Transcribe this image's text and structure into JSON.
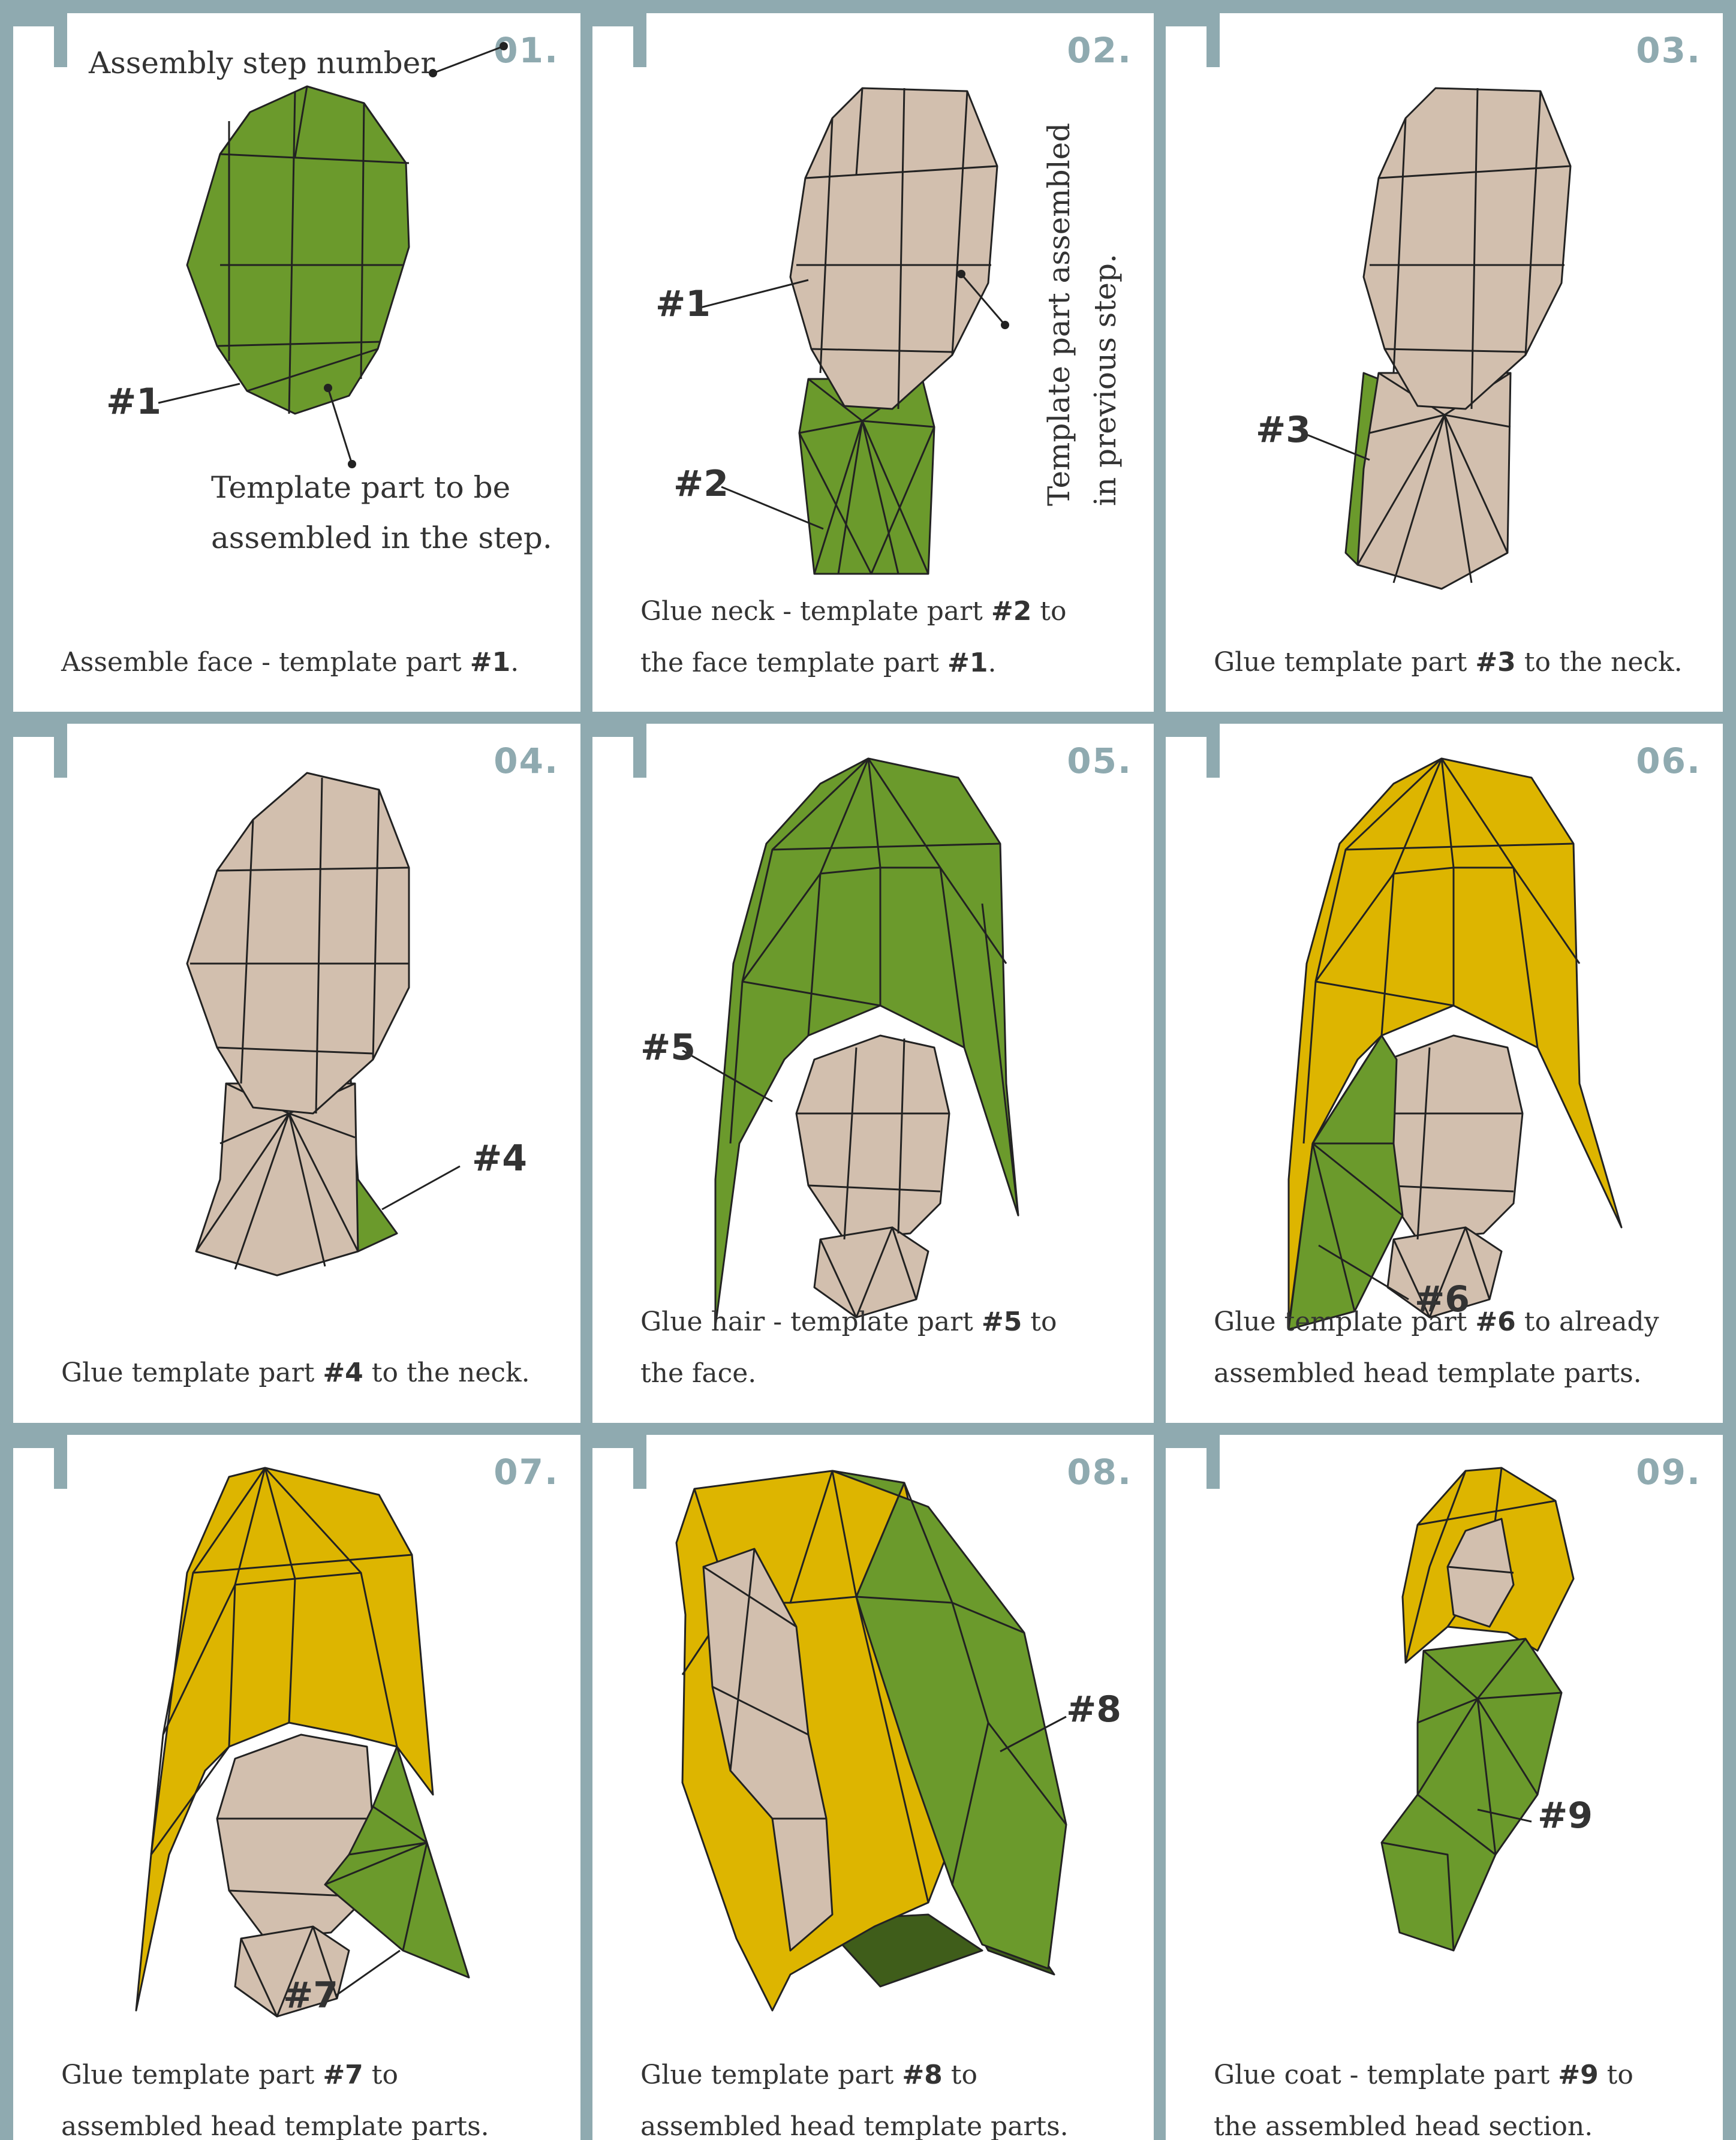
{
  "steps": [
    {
      "number": "01.",
      "caption": [
        [
          "Assemble face - template part ",
          ""
        ],
        [
          "#1",
          "b"
        ],
        [
          ".",
          ""
        ]
      ],
      "labels": [
        "#1"
      ],
      "notes": [
        "Assembly step number",
        "Template part to be",
        "assembled in the step."
      ]
    },
    {
      "number": "02.",
      "caption": [
        [
          "Glue neck - template part ",
          ""
        ],
        [
          "#2",
          "b"
        ],
        [
          " to",
          ""
        ],
        [
          "|",
          ""
        ],
        [
          "the face template part ",
          ""
        ],
        [
          "#1",
          "b"
        ],
        [
          ".",
          ""
        ]
      ],
      "labels": [
        "#1",
        "#2"
      ],
      "notes": [
        "Template part assembled",
        "in previous step."
      ]
    },
    {
      "number": "03.",
      "caption": [
        [
          "Glue template part ",
          ""
        ],
        [
          "#3",
          "b"
        ],
        [
          " to the neck.",
          ""
        ]
      ],
      "labels": [
        "#3"
      ],
      "notes": []
    },
    {
      "number": "04.",
      "caption": [
        [
          "Glue template part ",
          ""
        ],
        [
          "#4",
          "b"
        ],
        [
          " to the neck.",
          ""
        ]
      ],
      "labels": [
        "#4"
      ],
      "notes": []
    },
    {
      "number": "05.",
      "caption": [
        [
          "Glue hair - template part ",
          ""
        ],
        [
          "#5",
          "b"
        ],
        [
          " to",
          ""
        ],
        [
          "|",
          ""
        ],
        [
          "the face.",
          ""
        ]
      ],
      "labels": [
        "#5"
      ],
      "notes": []
    },
    {
      "number": "06.",
      "caption": [
        [
          "Glue template part ",
          ""
        ],
        [
          "#6",
          "b"
        ],
        [
          " to already",
          ""
        ],
        [
          "|",
          ""
        ],
        [
          "assembled head template parts.",
          ""
        ]
      ],
      "labels": [
        "#6"
      ],
      "notes": []
    },
    {
      "number": "07.",
      "caption": [
        [
          "Glue template part ",
          ""
        ],
        [
          "#7",
          "b"
        ],
        [
          " to",
          ""
        ],
        [
          "|",
          ""
        ],
        [
          "assembled head template parts.",
          ""
        ]
      ],
      "labels": [
        "#7"
      ],
      "notes": []
    },
    {
      "number": "08.",
      "caption": [
        [
          "Glue template part ",
          ""
        ],
        [
          "#8",
          "b"
        ],
        [
          " to",
          ""
        ],
        [
          "|",
          ""
        ],
        [
          "assembled head template parts.",
          ""
        ]
      ],
      "labels": [
        "#8"
      ],
      "notes": []
    },
    {
      "number": "09.",
      "caption": [
        [
          "Glue coat - template part ",
          ""
        ],
        [
          "#9",
          "b"
        ],
        [
          " to",
          ""
        ],
        [
          "|",
          ""
        ],
        [
          "the assembled head section.",
          ""
        ]
      ],
      "labels": [
        "#9"
      ],
      "notes": []
    }
  ],
  "colors": {
    "frame": "#8faab0",
    "green": "#6b9a2c",
    "skin": "#d2bfae",
    "yellow": "#ddb500",
    "darkgreen": "#3f5d1a",
    "text": "#333333"
  }
}
